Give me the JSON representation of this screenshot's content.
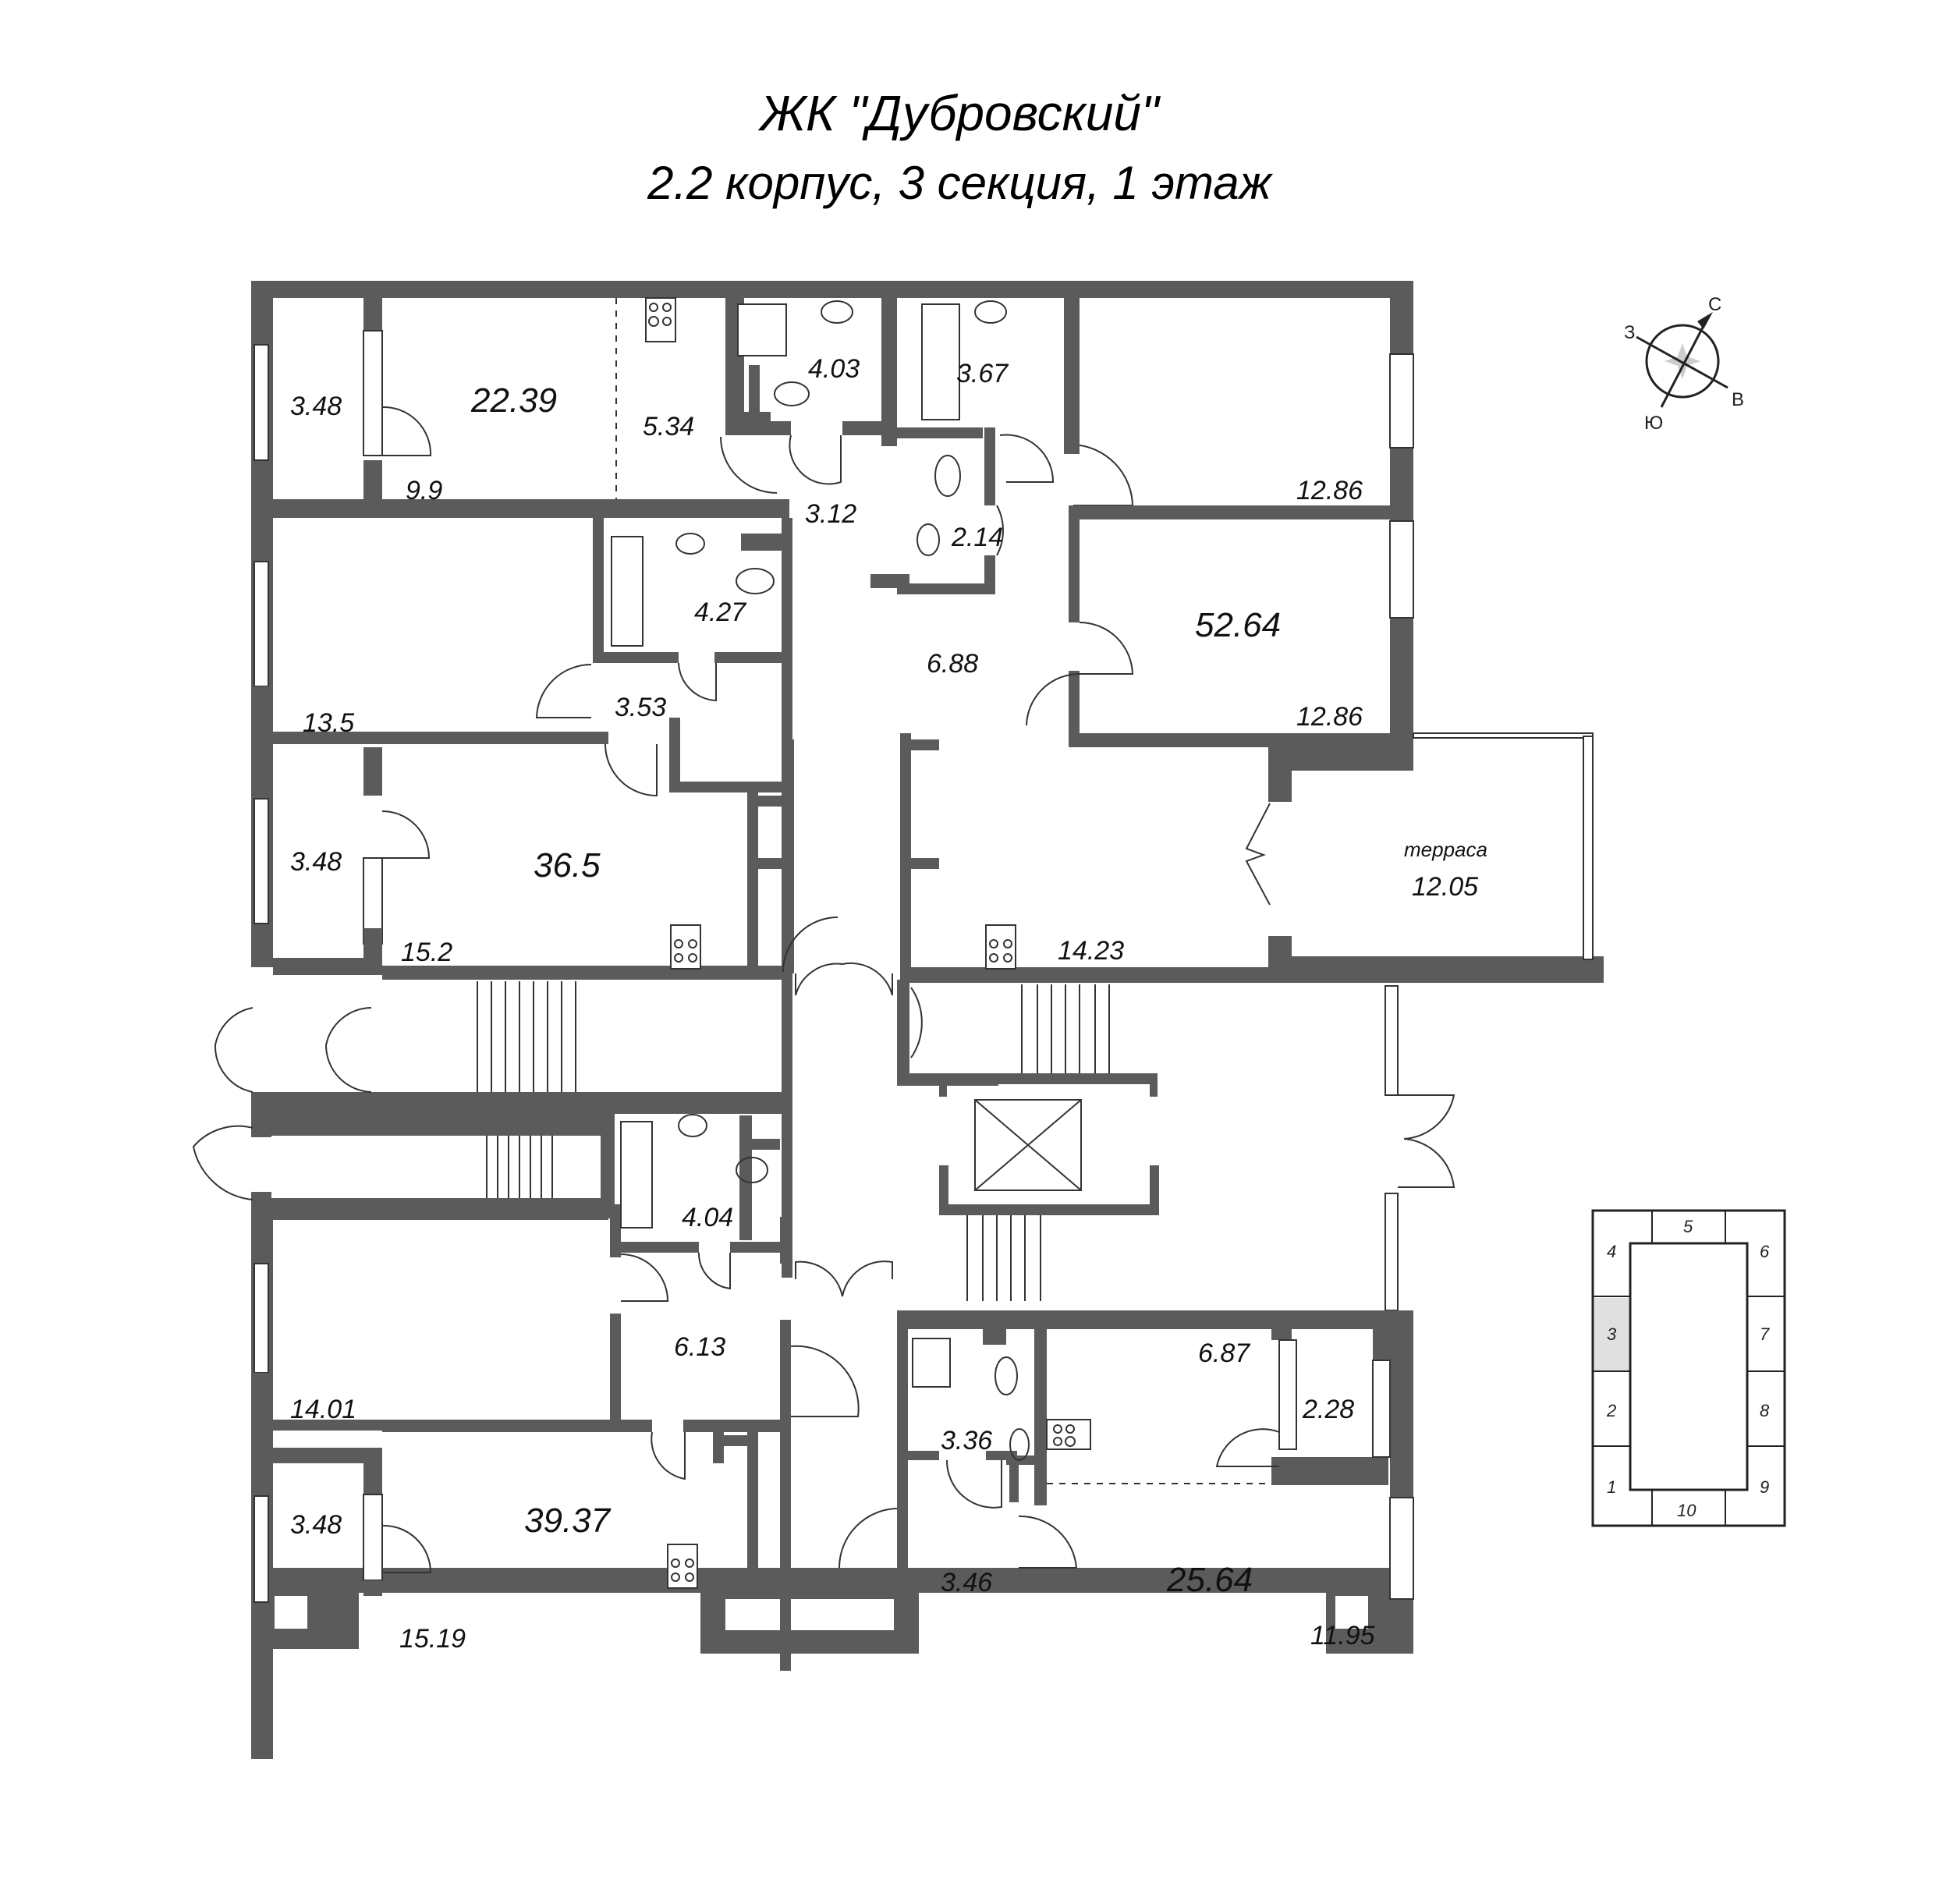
{
  "header": {
    "title": "ЖК \"Дубровский\"",
    "subtitle": "2.2 корпус, 3 секция, 1 этаж"
  },
  "compass": {
    "north": "С",
    "south": "Ю",
    "west": "З",
    "east": "В"
  },
  "apartments": [
    {
      "id": "studio-top-left",
      "total": "22.39",
      "rooms": [
        {
          "type": "balcony",
          "area": "3.48"
        },
        {
          "type": "living",
          "area": "9.9"
        },
        {
          "type": "kitchen",
          "area": "5.34"
        },
        {
          "type": "bathroom",
          "area": "4.03"
        },
        {
          "type": "hall",
          "area": "3.12"
        }
      ]
    },
    {
      "id": "apt-top-right",
      "total": "52.64",
      "rooms": [
        {
          "type": "bathroom",
          "area": "3.67"
        },
        {
          "type": "wc",
          "area": "2.14"
        },
        {
          "type": "bedroom",
          "area": "12.86"
        },
        {
          "type": "bedroom",
          "area": "12.86"
        },
        {
          "type": "hall",
          "area": "6.88"
        },
        {
          "type": "kitchen-living",
          "area": "14.23"
        },
        {
          "type": "terrace",
          "label": "терраса",
          "area": "12.05"
        }
      ]
    },
    {
      "id": "apt-left-middle",
      "total": "36.5",
      "rooms": [
        {
          "type": "bedroom",
          "area": "13.5"
        },
        {
          "type": "bathroom",
          "area": "4.27"
        },
        {
          "type": "hall",
          "area": "3.53"
        },
        {
          "type": "balcony",
          "area": "3.48"
        },
        {
          "type": "kitchen-living",
          "area": "15.2"
        }
      ]
    },
    {
      "id": "apt-bottom-left",
      "total": "39.37",
      "rooms": [
        {
          "type": "bathroom",
          "area": "4.04"
        },
        {
          "type": "hall",
          "area": "6.13"
        },
        {
          "type": "bedroom",
          "area": "14.01"
        },
        {
          "type": "balcony",
          "area": "3.48"
        },
        {
          "type": "kitchen-living",
          "area": "15.19"
        }
      ]
    },
    {
      "id": "apt-bottom-right",
      "total": "25.64",
      "rooms": [
        {
          "type": "kitchen",
          "area": "6.87"
        },
        {
          "type": "balcony",
          "area": "2.28"
        },
        {
          "type": "bathroom",
          "area": "3.36"
        },
        {
          "type": "hall",
          "area": "3.46"
        },
        {
          "type": "living",
          "area": "11.95"
        }
      ]
    }
  ],
  "section_key": {
    "sections": [
      "1",
      "2",
      "3",
      "4",
      "5",
      "6",
      "7",
      "8",
      "9",
      "10"
    ],
    "highlighted": "3",
    "highlight_color": "#e0e0e0"
  },
  "colors": {
    "wall": "#5b5b5b",
    "line": "#333333",
    "background": "#ffffff"
  }
}
